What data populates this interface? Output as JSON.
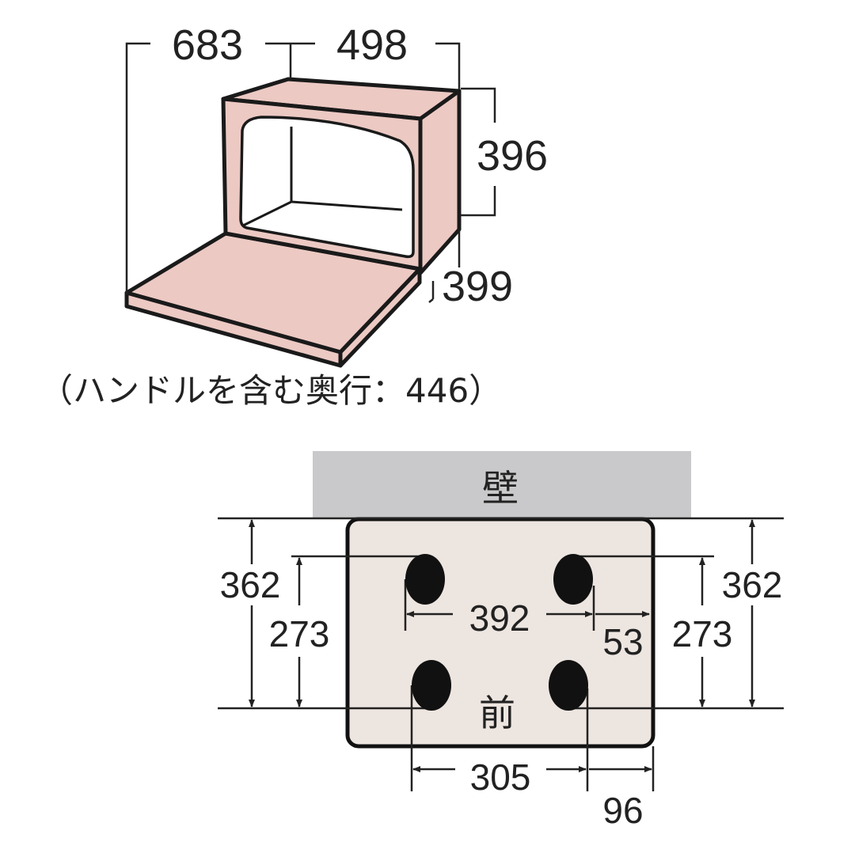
{
  "oven_view": {
    "width_total": "683",
    "width_body": "498",
    "height": "396",
    "depth": "399",
    "caption": "（ハンドルを含む奥行：446）",
    "body_color": "#ecc9c3"
  },
  "footprint_view": {
    "wall_label": "壁",
    "front_label": "前",
    "left_outer_depth": "362",
    "left_inner_depth": "273",
    "right_inner_depth": "273",
    "right_outer_depth": "362",
    "rear_feet_spacing": "392",
    "rear_side_offset": "53",
    "front_feet_spacing": "305",
    "front_side_offset": "96",
    "wall_color": "#c9c9cb",
    "base_color": "#ede5e0"
  }
}
